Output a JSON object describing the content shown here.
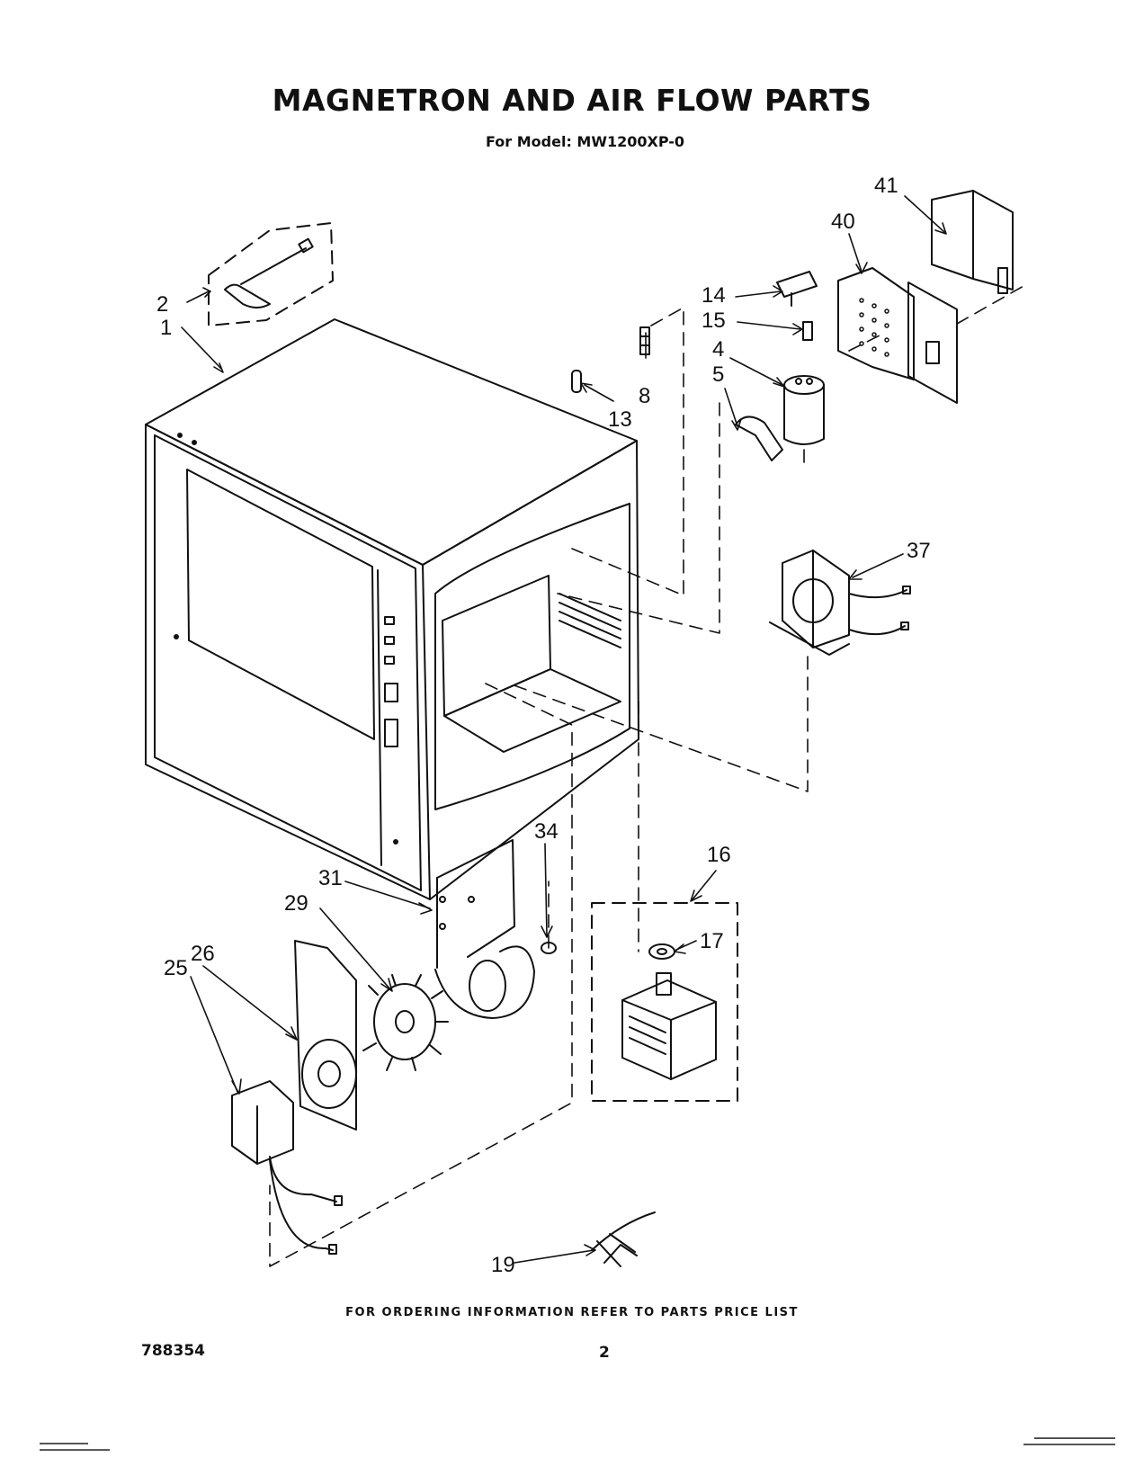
{
  "header": {
    "title": "MAGNETRON AND AIR FLOW PARTS",
    "subtitle": "For Model: MW1200XP-0"
  },
  "callouts": {
    "c1": "1",
    "c2": "2",
    "c4": "4",
    "c5": "5",
    "c8": "8",
    "c13": "13",
    "c14": "14",
    "c15": "15",
    "c16": "16",
    "c17": "17",
    "c19": "19",
    "c25": "25",
    "c26": "26",
    "c29": "29",
    "c31": "31",
    "c34": "34",
    "c37": "37",
    "c40": "40",
    "c41": "41"
  },
  "footer": {
    "ordering_note": "FOR ORDERING INFORMATION REFER TO PARTS PRICE LIST",
    "document_number": "788354",
    "page_number": "2"
  }
}
